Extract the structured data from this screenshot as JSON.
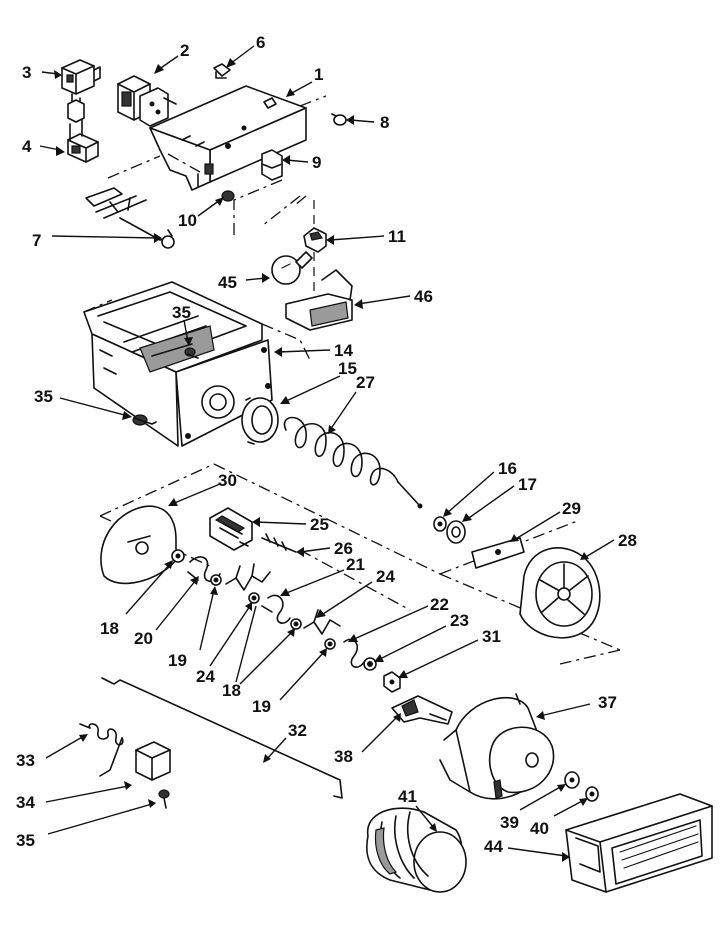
{
  "callouts": [
    {
      "id": "c3a",
      "text": "3"
    },
    {
      "id": "c2",
      "text": "2"
    },
    {
      "id": "c6",
      "text": "6"
    },
    {
      "id": "c1",
      "text": "1"
    },
    {
      "id": "c4",
      "text": "4"
    },
    {
      "id": "c8",
      "text": "8"
    },
    {
      "id": "c9",
      "text": "9"
    },
    {
      "id": "c10",
      "text": "10"
    },
    {
      "id": "c7",
      "text": "7"
    },
    {
      "id": "c11",
      "text": "11"
    },
    {
      "id": "c45",
      "text": "45"
    },
    {
      "id": "c46",
      "text": "46"
    },
    {
      "id": "c35a",
      "text": "35"
    },
    {
      "id": "c14",
      "text": "14"
    },
    {
      "id": "c15",
      "text": "15"
    },
    {
      "id": "c27",
      "text": "27"
    },
    {
      "id": "c35b",
      "text": "35"
    },
    {
      "id": "c30",
      "text": "30"
    },
    {
      "id": "c16",
      "text": "16"
    },
    {
      "id": "c17",
      "text": "17"
    },
    {
      "id": "c25",
      "text": "25"
    },
    {
      "id": "c29",
      "text": "29"
    },
    {
      "id": "c28",
      "text": "28"
    },
    {
      "id": "c26",
      "text": "26"
    },
    {
      "id": "c21",
      "text": "21"
    },
    {
      "id": "c24a",
      "text": "24"
    },
    {
      "id": "c18a",
      "text": "18"
    },
    {
      "id": "c20",
      "text": "20"
    },
    {
      "id": "c22",
      "text": "22"
    },
    {
      "id": "c23",
      "text": "23"
    },
    {
      "id": "c31",
      "text": "31"
    },
    {
      "id": "c19a",
      "text": "19"
    },
    {
      "id": "c24b",
      "text": "24"
    },
    {
      "id": "c18b",
      "text": "18"
    },
    {
      "id": "c19b",
      "text": "19"
    },
    {
      "id": "c37",
      "text": "37"
    },
    {
      "id": "c32",
      "text": "32"
    },
    {
      "id": "c38",
      "text": "38"
    },
    {
      "id": "c33",
      "text": "33"
    },
    {
      "id": "c34",
      "text": "34"
    },
    {
      "id": "c39",
      "text": "39"
    },
    {
      "id": "c40",
      "text": "40"
    },
    {
      "id": "c41",
      "text": "41"
    },
    {
      "id": "c35c",
      "text": "35"
    },
    {
      "id": "c44",
      "text": "44"
    }
  ]
}
